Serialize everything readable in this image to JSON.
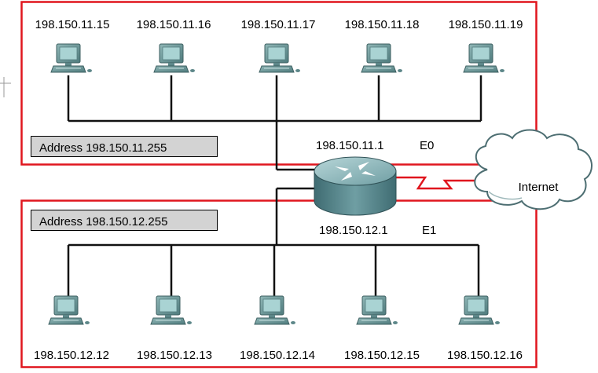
{
  "colors": {
    "network_border": "#e0161e",
    "wire": "#111111",
    "wan_link": "#e0161e",
    "computer_body": "#6f9a9a",
    "computer_screen": "#9ecdcd",
    "router_top": "#8fb8bb",
    "router_side": "#4f7f85",
    "cloud_fill": "#ffffff",
    "label_box": "#d3d3d3"
  },
  "top_network": {
    "hosts": [
      "198.150.11.15",
      "198.150.11.16",
      "198.150.11.17",
      "198.150.11.18",
      "198.150.11.19"
    ],
    "broadcast_label": "Address 198.150.11.255"
  },
  "bottom_network": {
    "hosts": [
      "198.150.12.12",
      "198.150.12.13",
      "198.150.12.14",
      "198.150.12.15",
      "198.150.12.16"
    ],
    "broadcast_label": "Address 198.150.12.255"
  },
  "router": {
    "icon": "router-icon",
    "e0_address": "198.150.11.1",
    "e0_name": "E0",
    "e1_address": "198.150.12.1",
    "e1_name": "E1"
  },
  "cloud": {
    "icon": "cloud-icon",
    "label": "Internet"
  },
  "host_icon": "computer-icon"
}
